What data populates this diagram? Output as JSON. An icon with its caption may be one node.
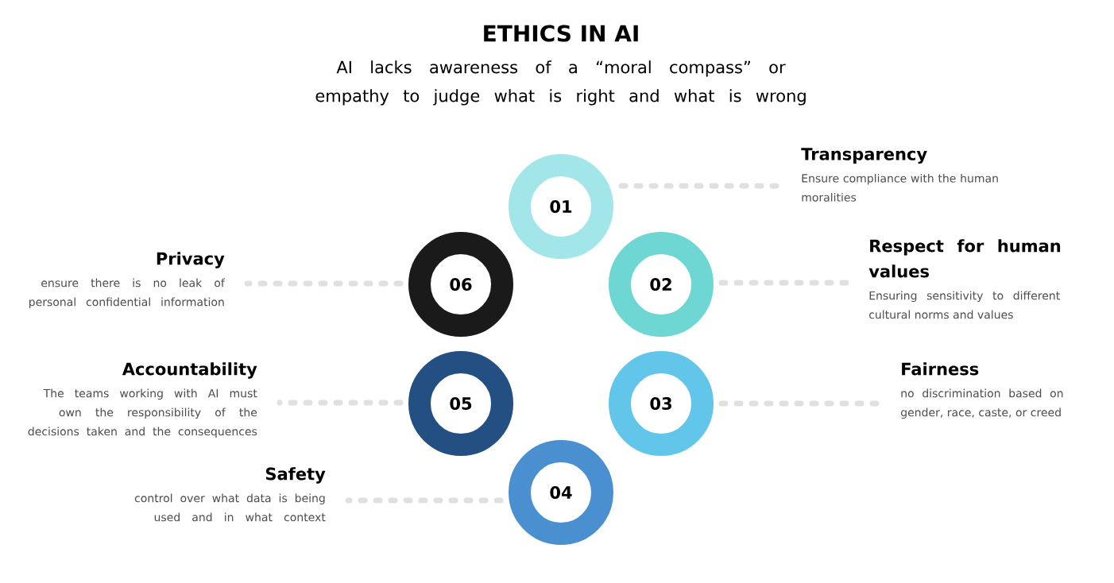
{
  "diagram": {
    "title": "ETHICS IN AI",
    "nodes": [
      {
        "text": [
          "01"
        ]
      },
      {
        "text": [
          "02"
        ]
      },
      {
        "text": [
          "03"
        ]
      },
      {
        "text": [
          "04"
        ]
      },
      {
        "text": [
          "05"
        ]
      },
      {
        "text": [
          "06"
        ]
      },
      {
        "text": [
          "Transparency",
          "Ensure compliance with the human moralities"
        ]
      },
      {
        "text": [
          "Respect for human values",
          "Ensuring sensitivity to different cultural norms and values"
        ]
      },
      {
        "text": [
          "Fairness",
          "no discrimination based on gender, race, caste, or creed"
        ]
      },
      {
        "text": [
          "Safety",
          "control over what data is being used and in what context"
        ]
      },
      {
        "text": [
          "Accountability",
          "The teams working with AI must own the responsibility of the decisions taken and the consequences"
        ]
      },
      {
        "text": [
          "Privacy",
          "ensure there is no leak of personal confidential information"
        ]
      }
    ],
    "edges": [
      {
        "from": 0,
        "to": 6,
        "arrow": "none"
      },
      {
        "from": 1,
        "to": 7,
        "arrow": "none"
      },
      {
        "from": 2,
        "to": 8,
        "arrow": "none"
      },
      {
        "from": 3,
        "to": 9,
        "arrow": "none"
      },
      {
        "from": 4,
        "to": 10,
        "arrow": "none"
      },
      {
        "from": 5,
        "to": 11,
        "arrow": "none"
      }
    ],
    "labels": [
      "AI lacks awareness of a “moral compass” or empathy to judge what is right and what is wrong"
    ]
  }
}
